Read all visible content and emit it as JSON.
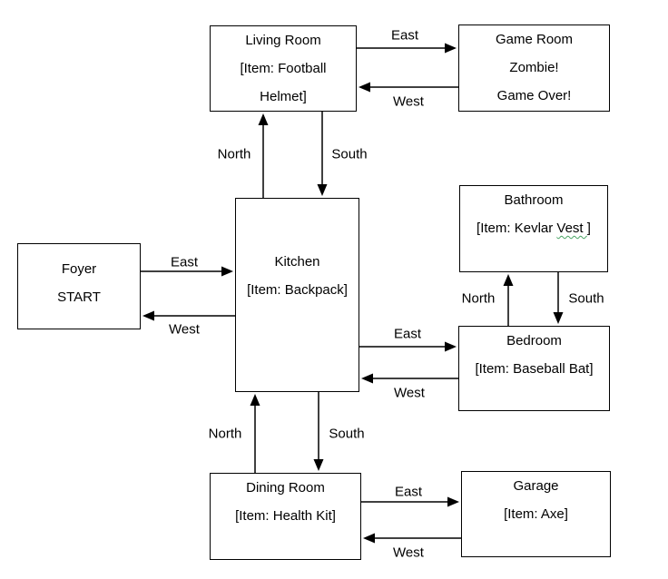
{
  "diagram": {
    "background_color": "#ffffff",
    "line_color": "#000000",
    "grammar_underline_color": "#4aa564",
    "rooms": {
      "living_room": {
        "lines": [
          "Living Room",
          "[Item: Football",
          "Helmet]"
        ]
      },
      "game_room": {
        "lines": [
          "Game Room",
          "Zombie!",
          "Game Over!"
        ]
      },
      "foyer": {
        "lines": [
          "Foyer",
          "START"
        ]
      },
      "kitchen": {
        "lines": [
          "Kitchen",
          "[Item: Backpack]"
        ]
      },
      "bathroom": {
        "name": "Bathroom",
        "item_prefix": "[Item: Kevlar ",
        "item_flagged": "Vest ",
        "item_suffix": "]"
      },
      "bedroom": {
        "lines": [
          "Bedroom",
          "[Item: Baseball Bat]"
        ]
      },
      "dining_room": {
        "lines": [
          "Dining Room",
          "[Item: Health Kit]"
        ]
      },
      "garage": {
        "lines": [
          "Garage",
          "[Item: Axe]"
        ]
      }
    },
    "edge_labels": {
      "living_game_east": "East",
      "living_game_west": "West",
      "foyer_kitchen_east": "East",
      "foyer_kitchen_west": "West",
      "kitchen_living_north": "North",
      "kitchen_living_south": "South",
      "kitchen_bedroom_east": "East",
      "kitchen_bedroom_west": "West",
      "bedroom_bathroom_north": "North",
      "bedroom_bathroom_south": "South",
      "kitchen_dining_north": "North",
      "kitchen_dining_south": "South",
      "dining_garage_east": "East",
      "dining_garage_west": "West"
    }
  }
}
